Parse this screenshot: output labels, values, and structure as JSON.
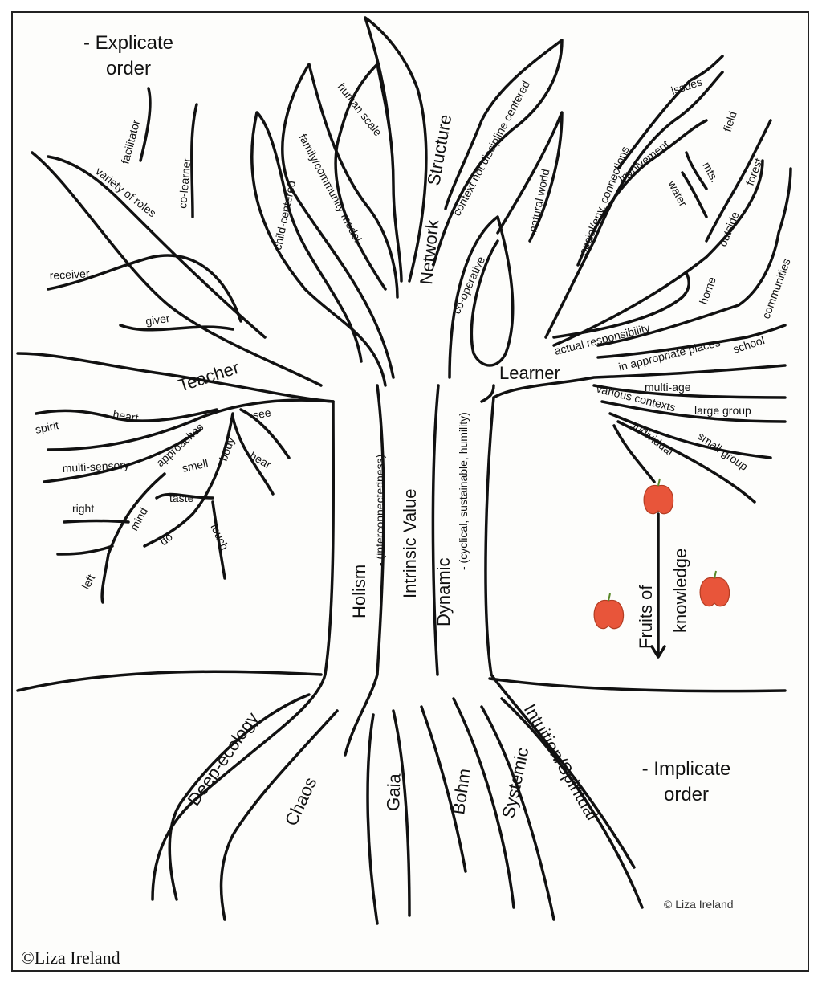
{
  "corners": {
    "explicate": "- Explicate\norder",
    "implicate": "- Implicate\norder"
  },
  "copyright": {
    "main": "©Liza Ireland",
    "small": "© Liza Ireland"
  },
  "trunk": {
    "holism": "Holism",
    "holism_sub": "- (interconnectedness)",
    "intrinsic": "Intrinsic Value",
    "dynamic": "Dynamic",
    "dynamic_sub": "- (cyclical, sustainable, humility)"
  },
  "upper_branches": {
    "teacher": "Teacher",
    "facilitator": "facilitator",
    "co_learner": "co-learner",
    "variety_of_roles": "variety of roles",
    "receiver": "receiver",
    "giver": "giver",
    "child_centered": "child-centered",
    "family_community_model": "family/community model",
    "human_scale": "human scale",
    "structure": "Structure",
    "network": "Network",
    "context_not_discipline": "context not discipline centered",
    "natural_world": "natural world",
    "co_operative": "co-operative",
    "social_env_connections": "social/env. connections",
    "issues": "issues",
    "involvement": "Involvement",
    "field": "field",
    "mts": "mts.",
    "forest": "forest",
    "water": "water",
    "outside": "outside",
    "home": "home",
    "communities": "communities",
    "actual_responsibility": "actual responsibility",
    "in_appropriate_places": "in appropriate places",
    "school": "school",
    "learner": "Learner",
    "multi_age": "multi-age",
    "various_contexts": "various contexts",
    "large_group": "large group",
    "individual": "individual",
    "small_group": "small group"
  },
  "teacher_branches": {
    "spirit": "spirit",
    "heart": "heart",
    "multi_sensory": "multi-sensory",
    "approaches": "approaches",
    "see": "see",
    "body": "body",
    "smell": "smell",
    "hear": "hear",
    "taste": "taste",
    "right": "right",
    "mind": "mind",
    "do": "do",
    "touch": "touch",
    "left": "left"
  },
  "fruits": {
    "line1": "Fruits of",
    "line2": "knowledge"
  },
  "roots": {
    "deep_ecology": "Deep-ecology",
    "chaos": "Chaos",
    "gaia": "Gaia",
    "bohm": "Bohm",
    "systemic": "Systemic",
    "intuition": "Intuition/Spiritual"
  },
  "colors": {
    "ink": "#111111",
    "apple": "#e8553a",
    "leaf": "#5a8a2a"
  }
}
